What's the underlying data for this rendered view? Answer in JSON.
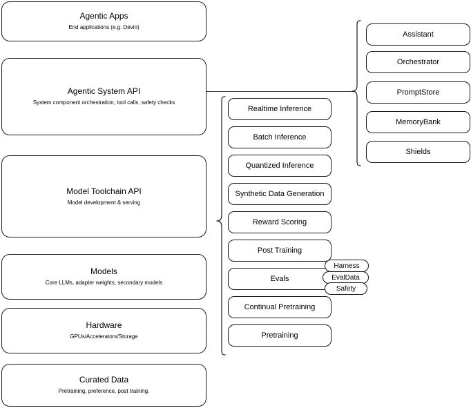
{
  "diagram": {
    "type": "layered-architecture-diagram",
    "background_color": "#ffffff",
    "stroke_color": "#1a1a1a"
  },
  "stack": {
    "name": "platform-stack",
    "layers": [
      {
        "id": "agentic-apps",
        "title": "Agentic Apps",
        "subtitle": "End applications (e.g. Devin)"
      },
      {
        "id": "agentic-system-api",
        "title": "Agentic System API",
        "subtitle": "System component orchestration, tool calls, safety checks"
      },
      {
        "id": "model-toolchain-api",
        "title": "Model Toolchain API",
        "subtitle": "Model development & serving"
      },
      {
        "id": "models",
        "title": "Models",
        "subtitle": "Core LLMs, adapter weights, secondary models"
      },
      {
        "id": "hardware",
        "title": "Hardware",
        "subtitle": "GPUs/Accelerators/Storage"
      },
      {
        "id": "curated-data",
        "title": "Curated Data",
        "subtitle": "Pretraining, preference, post training."
      }
    ]
  },
  "toolchain_capabilities": {
    "name": "model-toolchain-capabilities",
    "items": [
      {
        "id": "realtime-inference",
        "label": "Realtime Inference"
      },
      {
        "id": "batch-inference",
        "label": "Batch Inference"
      },
      {
        "id": "quantized-inference",
        "label": "Quantized Inference"
      },
      {
        "id": "synthetic-data-generation",
        "label": "Synthetic Data Generation"
      },
      {
        "id": "reward-scoring",
        "label": "Reward Scoring"
      },
      {
        "id": "post-training",
        "label": "Post Training"
      },
      {
        "id": "evals",
        "label": "Evals"
      },
      {
        "id": "continual-pretraining",
        "label": "Continual Pretraining"
      },
      {
        "id": "pretraining",
        "label": "Pretraining"
      }
    ]
  },
  "eval_badges": {
    "name": "evals-sub-components",
    "items": [
      {
        "id": "harness",
        "label": "Harness"
      },
      {
        "id": "evaldata",
        "label": "EvalData"
      },
      {
        "id": "safety",
        "label": "Safety"
      }
    ]
  },
  "system_components": {
    "name": "agentic-system-components",
    "items": [
      {
        "id": "assistant",
        "label": "Assistant"
      },
      {
        "id": "orchestrator",
        "label": "Orchestrator"
      },
      {
        "id": "promptstore",
        "label": "PromptStore"
      },
      {
        "id": "memorybank",
        "label": "MemoryBank"
      },
      {
        "id": "shields",
        "label": "Shields"
      }
    ]
  }
}
